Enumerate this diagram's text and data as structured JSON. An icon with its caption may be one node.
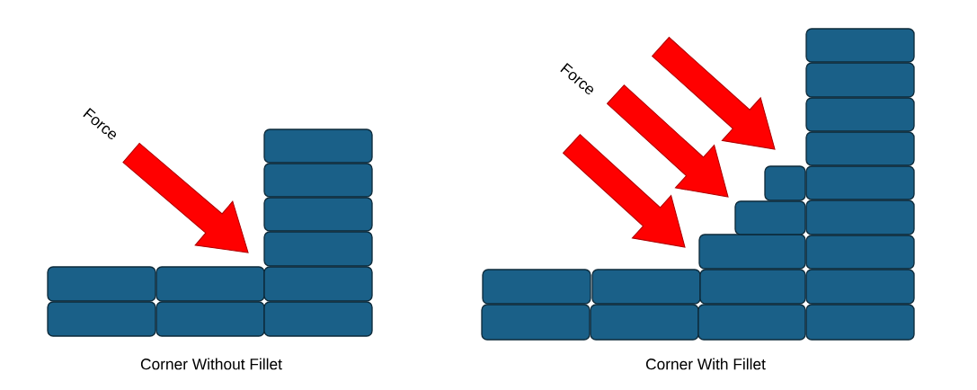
{
  "diagram": {
    "labels": [
      "Force",
      "Force",
      "Corner Without Fillet",
      "Corner With Fillet"
    ]
  }
}
